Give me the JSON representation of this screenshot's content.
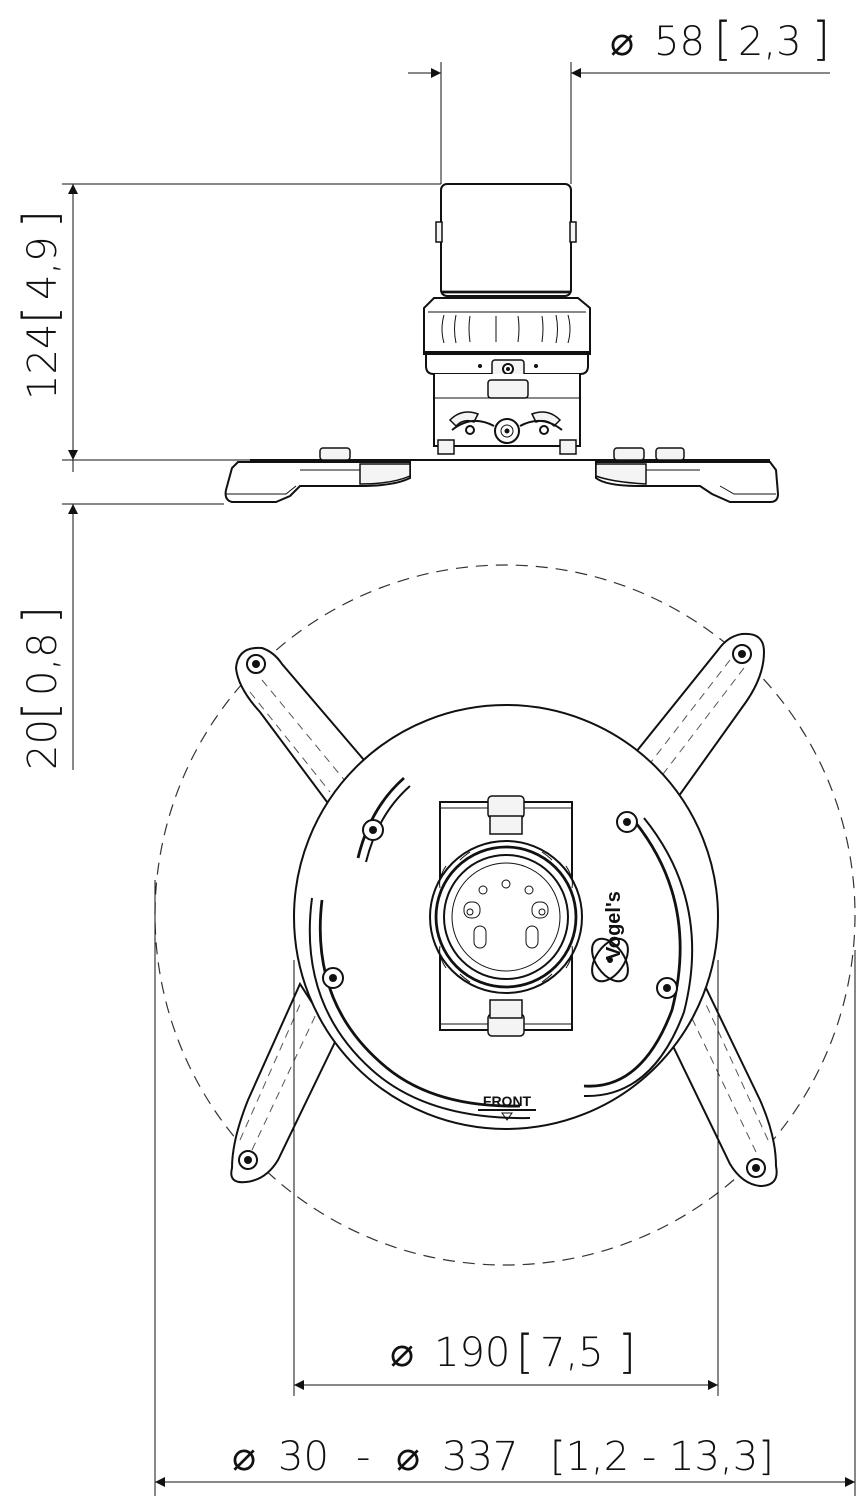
{
  "dimensions": {
    "tube_diameter": {
      "symbol": "⌀",
      "value": "58",
      "bracket_open": "[",
      "inch": "2,3",
      "bracket_close": "]"
    },
    "height": {
      "value": "124",
      "bracket_open": "[",
      "inch": "4,9",
      "bracket_close": "]"
    },
    "plate_thickness": {
      "value": "20",
      "bracket_open": "[",
      "inch": "0,8",
      "bracket_close": "]"
    },
    "plate_diameter": {
      "symbol": "⌀",
      "value": "190",
      "bracket_open": "[",
      "inch": "7,5",
      "bracket_close": "]"
    },
    "mount_range": {
      "symbol_min": "⌀",
      "min": "30",
      "separator": "-",
      "symbol_max": "⌀",
      "max": "337",
      "bracket_text": "[1,2 - 13,3]"
    }
  },
  "labels": {
    "front": "FRONT",
    "brand": "Vogel's"
  }
}
